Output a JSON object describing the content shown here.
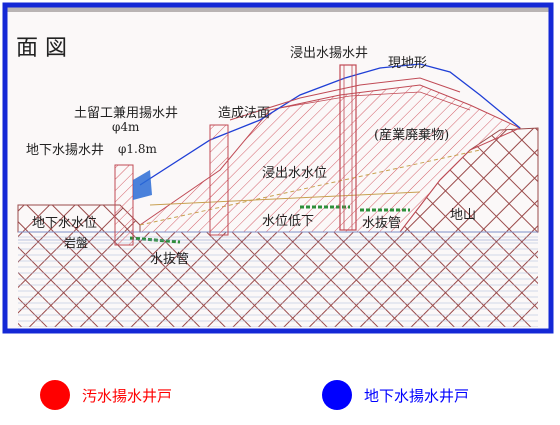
{
  "diagram": {
    "header_fragment": "面 図",
    "labels": {
      "leachate_well": "浸出水揚水井",
      "current_terrain": "現地形",
      "retaining_well": "土留工兼用揚水井",
      "diameter_4m": "φ4m",
      "groundwater_well": "地下水揚水井",
      "diameter_1_8m": "φ1.8m",
      "slope": "造成法面",
      "waste": "(産業廃棄物)",
      "leachate_level": "浸出水水位",
      "groundwater_level": "地下水水位",
      "level_drop": "水位低下",
      "drain_pipe_right": "水抜管",
      "natural_ground": "地山",
      "bedrock": "岩盤",
      "drain_pipe_left": "水抜管"
    },
    "colors": {
      "frame": "#1428d6",
      "hatch": "#d4606a",
      "ground_grid": "#9a4a4a",
      "water_line": "#2d8f3a"
    }
  },
  "legend": {
    "items": [
      {
        "label": "汚水揚水井戸",
        "color": "#ff0000"
      },
      {
        "label": "地下水揚水井戸",
        "color": "#0000ff"
      }
    ]
  }
}
